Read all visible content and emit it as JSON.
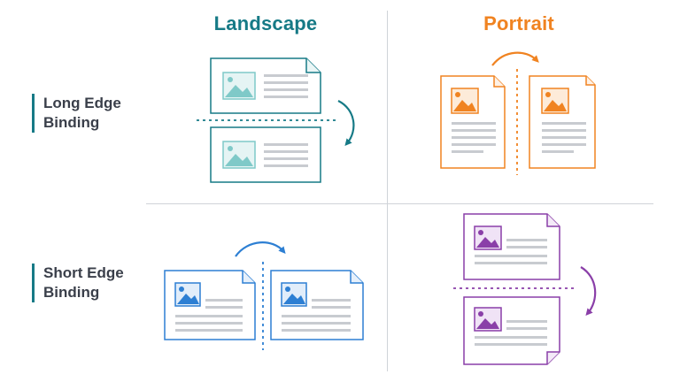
{
  "columns": {
    "landscape": "Landscape",
    "portrait": "Portrait"
  },
  "rows": {
    "long_edge_line1": "Long Edge",
    "long_edge_line2": "Binding",
    "short_edge_line1": "Short Edge",
    "short_edge_line2": "Binding"
  },
  "colors": {
    "landscape_long": "#167a86",
    "landscape_long_light": "#7fc9c8",
    "portrait_long": "#f08321",
    "landscape_short": "#2d7fd3",
    "portrait_short": "#8a3fa8",
    "text_lines": "#c8cbd0",
    "divider": "#cfd3d8",
    "label_text": "#3a3f4a"
  },
  "icons": {
    "page_image": "image-placeholder-icon",
    "flip_arrow": "curved-arrow-icon"
  }
}
